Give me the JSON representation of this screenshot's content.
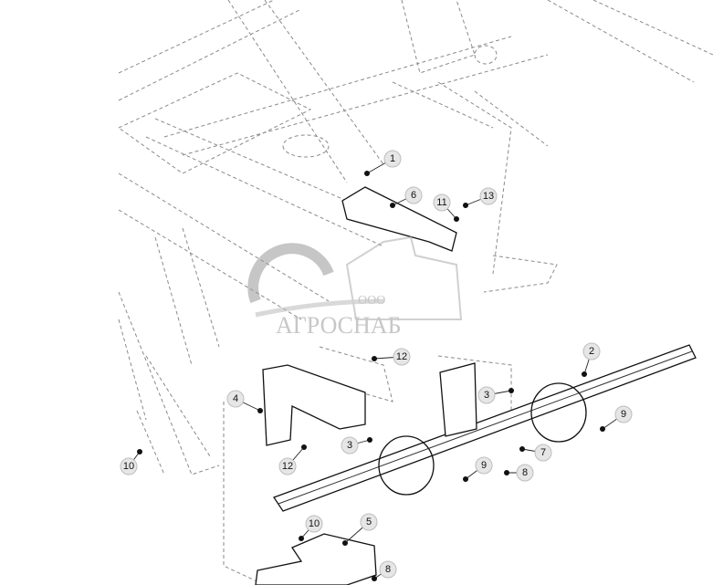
{
  "diagram": {
    "watermark": {
      "company_form": "ООО",
      "brand": "АГРОСНАБ"
    },
    "callouts": [
      "1",
      "6",
      "11",
      "13",
      "12",
      "2",
      "4",
      "3",
      "9",
      "3",
      "7",
      "12",
      "10",
      "9",
      "8",
      "10",
      "5",
      "8"
    ]
  }
}
